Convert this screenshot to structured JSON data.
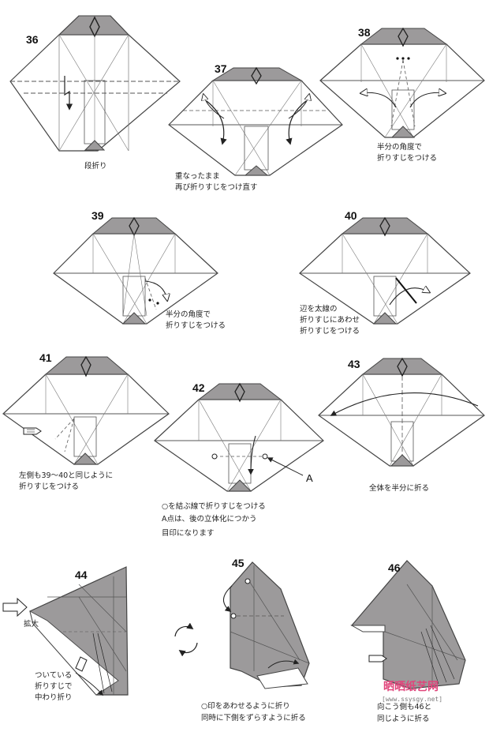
{
  "steps": [
    {
      "num": "36",
      "caption": [
        "段折り"
      ]
    },
    {
      "num": "37",
      "caption": [
        "重なったまま",
        "再び折りすじをつけ直す"
      ]
    },
    {
      "num": "38",
      "caption": [
        "半分の角度で",
        "折りすじをつける"
      ]
    },
    {
      "num": "39",
      "caption": [
        "半分の角度で",
        "折りすじをつける"
      ]
    },
    {
      "num": "40",
      "caption": [
        "辺を太線の",
        "折りすじにあわせ",
        "折りすじをつける"
      ]
    },
    {
      "num": "41",
      "caption": [
        "左側も39〜40と同じように",
        "折りすじをつける"
      ]
    },
    {
      "num": "42",
      "caption": [
        "○を結ぶ線で折りすじをつける",
        "A点は、後の立体化につかう",
        "目印になります"
      ],
      "marker": "A"
    },
    {
      "num": "43",
      "caption": [
        "全体を半分に折る"
      ]
    },
    {
      "num": "44",
      "caption": [
        "ついている",
        "折りすじで",
        "中わり折り"
      ],
      "zoom_label": "拡大"
    },
    {
      "num": "45",
      "caption": [
        "○印をあわせるように折り",
        "同時に下側をずらすように折る"
      ]
    },
    {
      "num": "46",
      "caption": [
        "向こう側も46と",
        "同じように折る"
      ]
    }
  ],
  "watermark": {
    "brand": "晒晒纸艺网",
    "url": "[www.ssysgy.net]"
  },
  "colors": {
    "paper_gray": "#9c9a9b",
    "line": "#444444",
    "watermark_red": "#e0457b",
    "watermark_orange": "#f07a1e"
  }
}
